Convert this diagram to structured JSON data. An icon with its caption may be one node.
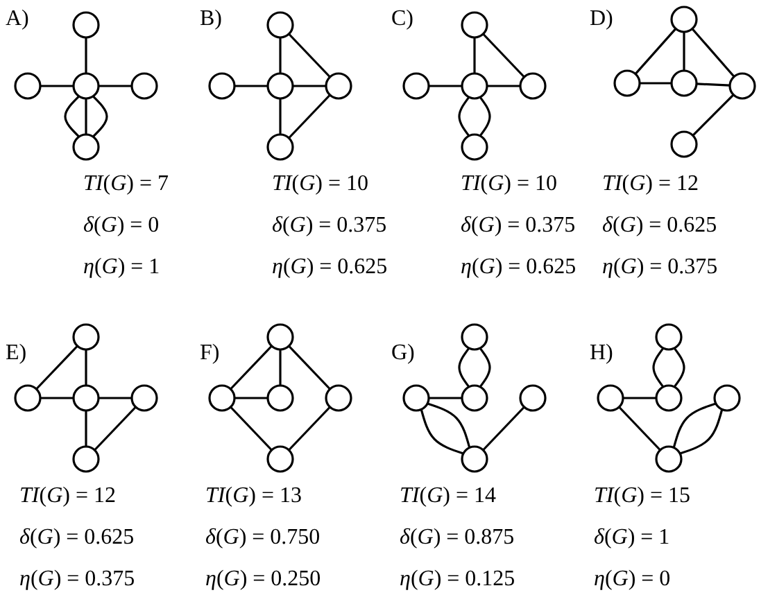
{
  "diagram": {
    "nodes": [
      {
        "text": [],
        "shape": "circle"
      },
      {
        "text": [],
        "shape": "circle"
      },
      {
        "text": [],
        "shape": "circle"
      },
      {
        "text": [],
        "shape": "circle"
      },
      {
        "text": [],
        "shape": "circle"
      },
      {
        "text": [],
        "shape": "circle"
      },
      {
        "text": [],
        "shape": "circle"
      },
      {
        "text": [],
        "shape": "circle"
      },
      {
        "text": [],
        "shape": "circle"
      },
      {
        "text": [],
        "shape": "circle"
      },
      {
        "text": [],
        "shape": "circle"
      },
      {
        "text": [],
        "shape": "circle"
      },
      {
        "text": [],
        "shape": "circle"
      },
      {
        "text": [],
        "shape": "circle"
      },
      {
        "text": [],
        "shape": "circle"
      },
      {
        "text": [],
        "shape": "circle"
      },
      {
        "text": [],
        "shape": "circle"
      },
      {
        "text": [],
        "shape": "circle"
      },
      {
        "text": [],
        "shape": "circle"
      },
      {
        "text": [],
        "shape": "circle"
      },
      {
        "text": [],
        "shape": "circle"
      },
      {
        "text": [],
        "shape": "circle"
      },
      {
        "text": [],
        "shape": "circle"
      },
      {
        "text": [],
        "shape": "circle"
      },
      {
        "text": [],
        "shape": "circle"
      },
      {
        "text": [],
        "shape": "circle"
      },
      {
        "text": [],
        "shape": "circle"
      },
      {
        "text": [],
        "shape": "circle"
      },
      {
        "text": [],
        "shape": "circle"
      },
      {
        "text": [],
        "shape": "circle"
      },
      {
        "text": [],
        "shape": "circle"
      },
      {
        "text": [],
        "shape": "circle"
      },
      {
        "text": [],
        "shape": "circle"
      },
      {
        "text": [],
        "shape": "circle"
      },
      {
        "text": [],
        "shape": "circle"
      },
      {
        "text": [],
        "shape": "circle"
      },
      {
        "text": [],
        "shape": "circle"
      },
      {
        "text": [],
        "shape": "circle"
      },
      {
        "text": [],
        "shape": "circle"
      },
      {
        "text": [],
        "shape": "circle"
      }
    ],
    "edges": [
      {
        "from": 0,
        "to": 2,
        "arrow": "none"
      },
      {
        "from": 1,
        "to": 2,
        "arrow": "none"
      },
      {
        "from": 2,
        "to": 3,
        "arrow": "none"
      },
      {
        "from": 2,
        "to": 4,
        "arrow": "none"
      },
      {
        "from": 2,
        "to": 4,
        "arrow": "none"
      },
      {
        "from": 2,
        "to": 4,
        "arrow": "none"
      },
      {
        "from": 5,
        "to": 7,
        "arrow": "none"
      },
      {
        "from": 5,
        "to": 8,
        "arrow": "none"
      },
      {
        "from": 6,
        "to": 7,
        "arrow": "none"
      },
      {
        "from": 7,
        "to": 8,
        "arrow": "none"
      },
      {
        "from": 7,
        "to": 9,
        "arrow": "none"
      },
      {
        "from": 8,
        "to": 9,
        "arrow": "none"
      },
      {
        "from": 10,
        "to": 12,
        "arrow": "none"
      },
      {
        "from": 10,
        "to": 13,
        "arrow": "none"
      },
      {
        "from": 11,
        "to": 12,
        "arrow": "none"
      },
      {
        "from": 12,
        "to": 13,
        "arrow": "none"
      },
      {
        "from": 12,
        "to": 14,
        "arrow": "none"
      },
      {
        "from": 12,
        "to": 14,
        "arrow": "none"
      },
      {
        "from": 15,
        "to": 16,
        "arrow": "none"
      },
      {
        "from": 15,
        "to": 17,
        "arrow": "none"
      },
      {
        "from": 15,
        "to": 18,
        "arrow": "none"
      },
      {
        "from": 16,
        "to": 17,
        "arrow": "none"
      },
      {
        "from": 17,
        "to": 18,
        "arrow": "none"
      },
      {
        "from": 18,
        "to": 19,
        "arrow": "none"
      },
      {
        "from": 20,
        "to": 21,
        "arrow": "none"
      },
      {
        "from": 20,
        "to": 22,
        "arrow": "none"
      },
      {
        "from": 21,
        "to": 22,
        "arrow": "none"
      },
      {
        "from": 22,
        "to": 23,
        "arrow": "none"
      },
      {
        "from": 22,
        "to": 24,
        "arrow": "none"
      },
      {
        "from": 23,
        "to": 24,
        "arrow": "none"
      },
      {
        "from": 25,
        "to": 26,
        "arrow": "none"
      },
      {
        "from": 25,
        "to": 27,
        "arrow": "none"
      },
      {
        "from": 25,
        "to": 28,
        "arrow": "none"
      },
      {
        "from": 26,
        "to": 27,
        "arrow": "none"
      },
      {
        "from": 26,
        "to": 29,
        "arrow": "none"
      },
      {
        "from": 28,
        "to": 29,
        "arrow": "none"
      },
      {
        "from": 30,
        "to": 32,
        "arrow": "none"
      },
      {
        "from": 30,
        "to": 32,
        "arrow": "none"
      },
      {
        "from": 31,
        "to": 32,
        "arrow": "none"
      },
      {
        "from": 31,
        "to": 34,
        "arrow": "none"
      },
      {
        "from": 31,
        "to": 34,
        "arrow": "none"
      },
      {
        "from": 33,
        "to": 34,
        "arrow": "none"
      },
      {
        "from": 35,
        "to": 37,
        "arrow": "none"
      },
      {
        "from": 35,
        "to": 37,
        "arrow": "none"
      },
      {
        "from": 36,
        "to": 37,
        "arrow": "none"
      },
      {
        "from": 36,
        "to": 39,
        "arrow": "none"
      },
      {
        "from": 38,
        "to": 39,
        "arrow": "none"
      },
      {
        "from": 38,
        "to": 39,
        "arrow": "none"
      }
    ],
    "labels": [
      "A)",
      "B)",
      "C)",
      "D)",
      "*TI*(*G*) = 7",
      "*TI*(*G*) = 10",
      "*TI*(*G*) = 10",
      "*TI*(*G*) = 12",
      "*δ*(*G*) = 0",
      "*δ*(*G*) = 0.375",
      "*δ*(*G*) = 0.375",
      "*δ*(*G*) = 0.625",
      "*η*(*G*) = 1",
      "*η*(*G*) = 0.625",
      "*η*(*G*) = 0.625",
      "*η*(*G*) = 0.375",
      "E)",
      "F)",
      "G)",
      "H)",
      "*TI*(*G*) = 12",
      "*TI*(*G*) = 13",
      "*TI*(*G*) = 14",
      "*TI*(*G*) = 15",
      "*δ*(*G*) = 0.625",
      "*δ*(*G*) = 0.750",
      "*δ*(*G*) = 0.875",
      "*δ*(*G*) = 1",
      "*η*(*G*) = 0.375",
      "*η*(*G*) = 0.250",
      "*η*(*G*) = 0.125",
      "*η*(*G*) = 0"
    ]
  }
}
